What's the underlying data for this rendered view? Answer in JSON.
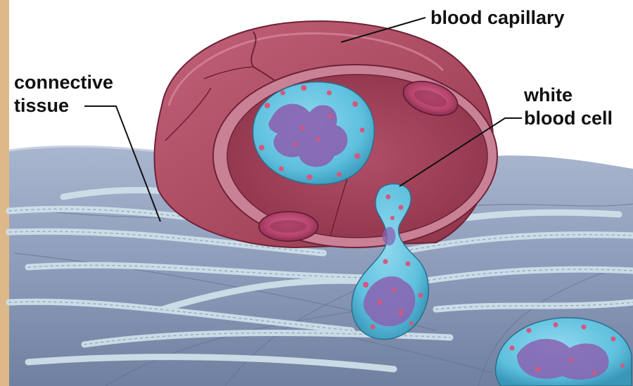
{
  "labels": {
    "blood_capillary": "blood capillary",
    "connective_tissue_line1": "connective",
    "connective_tissue_line2": "tissue",
    "white_blood_cell_line1": "white",
    "white_blood_cell_line2": "blood cell"
  },
  "colors": {
    "side_strip": "#ddb98a",
    "tissue": "#8d9cba",
    "tissue_dark": "#6f7f9f",
    "fiber": "#cfe0ea",
    "capillary_outer": "#a8485e",
    "capillary_rim": "#c98196",
    "capillary_lumen": "#9e3f56",
    "red_cell": "#b3426b",
    "wbc_body": "#5ec0de",
    "wbc_nucleus": "#8a62b0",
    "granule": "#d6577c"
  }
}
